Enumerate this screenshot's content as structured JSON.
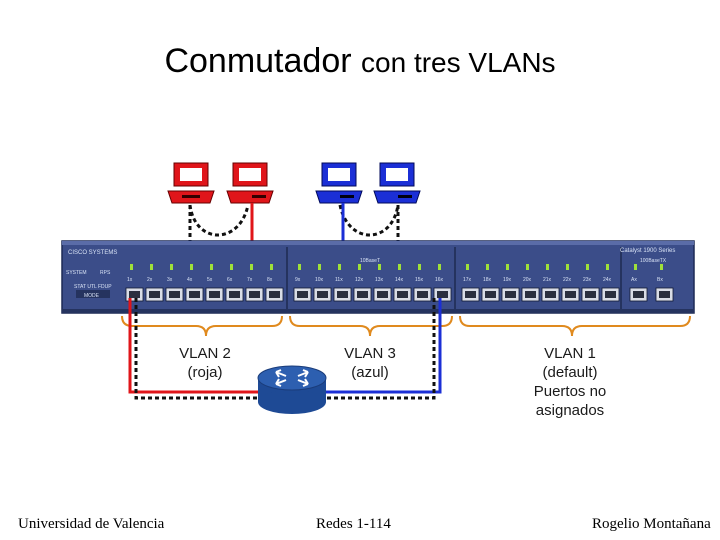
{
  "title": {
    "main": "Conmutador",
    "rest": "con tres VLANs"
  },
  "switch": {
    "brand": "CISCO SYSTEMS",
    "model": "Catalyst 1900 Series",
    "left_indicators": [
      "SYSTEM",
      "RPS"
    ],
    "mode_status": "STAT UTL FDUP",
    "mode_button": "MODE",
    "group_label_mid": "10BaseT",
    "group_label_right": "100BaseTX",
    "port_labels": [
      "1x",
      "2x",
      "3x",
      "4x",
      "5x",
      "6x",
      "7x",
      "8x",
      "9x",
      "10x",
      "11x",
      "12x",
      "13x",
      "14x",
      "15x",
      "16x",
      "17x",
      "18x",
      "19x",
      "20x",
      "21x",
      "22x",
      "23x",
      "24x",
      "Ax",
      "Bx"
    ]
  },
  "vlans": [
    {
      "name": "VLAN 2",
      "sub": "(roja)",
      "color": "#e0151a"
    },
    {
      "name": "VLAN 3",
      "sub": "(azul)",
      "color": "#1b2fd6"
    },
    {
      "name": "VLAN 1",
      "sub": "(default)",
      "extra1": "Puertos no",
      "extra2": "asignados"
    }
  ],
  "colors": {
    "red": "#e0151a",
    "blue": "#1b2fd6",
    "bracket": "#e08a1e",
    "switch": "#3b4d89",
    "router": "#2d5fb0"
  },
  "footer": {
    "left": "Universidad de Valencia",
    "center": "Redes 1-114",
    "right": "Rogelio Montañana"
  }
}
